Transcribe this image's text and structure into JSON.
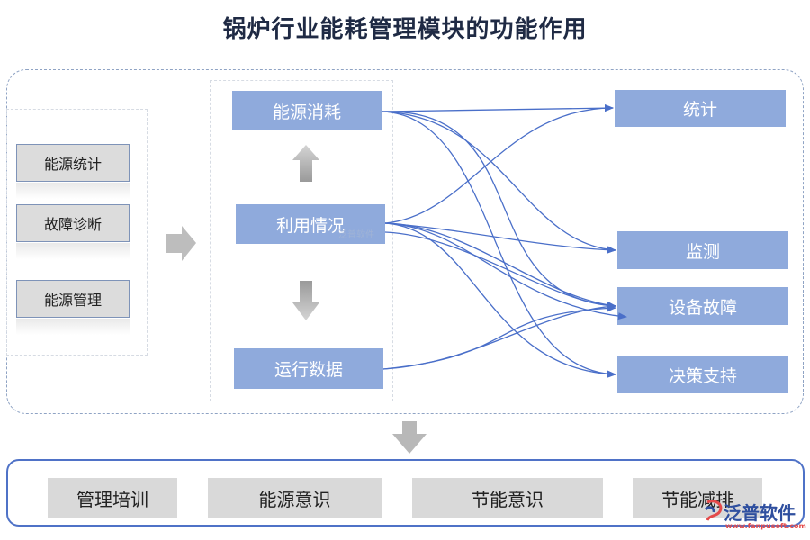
{
  "title": "锅炉行业能耗管理模块的功能作用",
  "left_items": [
    "能源统计",
    "故障诊断",
    "能源管理"
  ],
  "middle_items": [
    "能源消耗",
    "利用情况",
    "运行数据"
  ],
  "right_items": [
    "统计",
    "监测",
    "设备故障",
    "决策支持"
  ],
  "bottom_items": [
    "管理培训",
    "能源意识",
    "节能意识",
    "节能减排"
  ],
  "watermark": "泛普软件",
  "logo": {
    "name": "泛普软件",
    "url": "www.fanpusoft.com"
  },
  "colors": {
    "box_blue": "#8faadc",
    "line_blue": "#4a6fc9",
    "border_blue": "#4f72c7",
    "grey_box": "#d9d9d9",
    "arrow_grey": "#a6a6a6"
  }
}
